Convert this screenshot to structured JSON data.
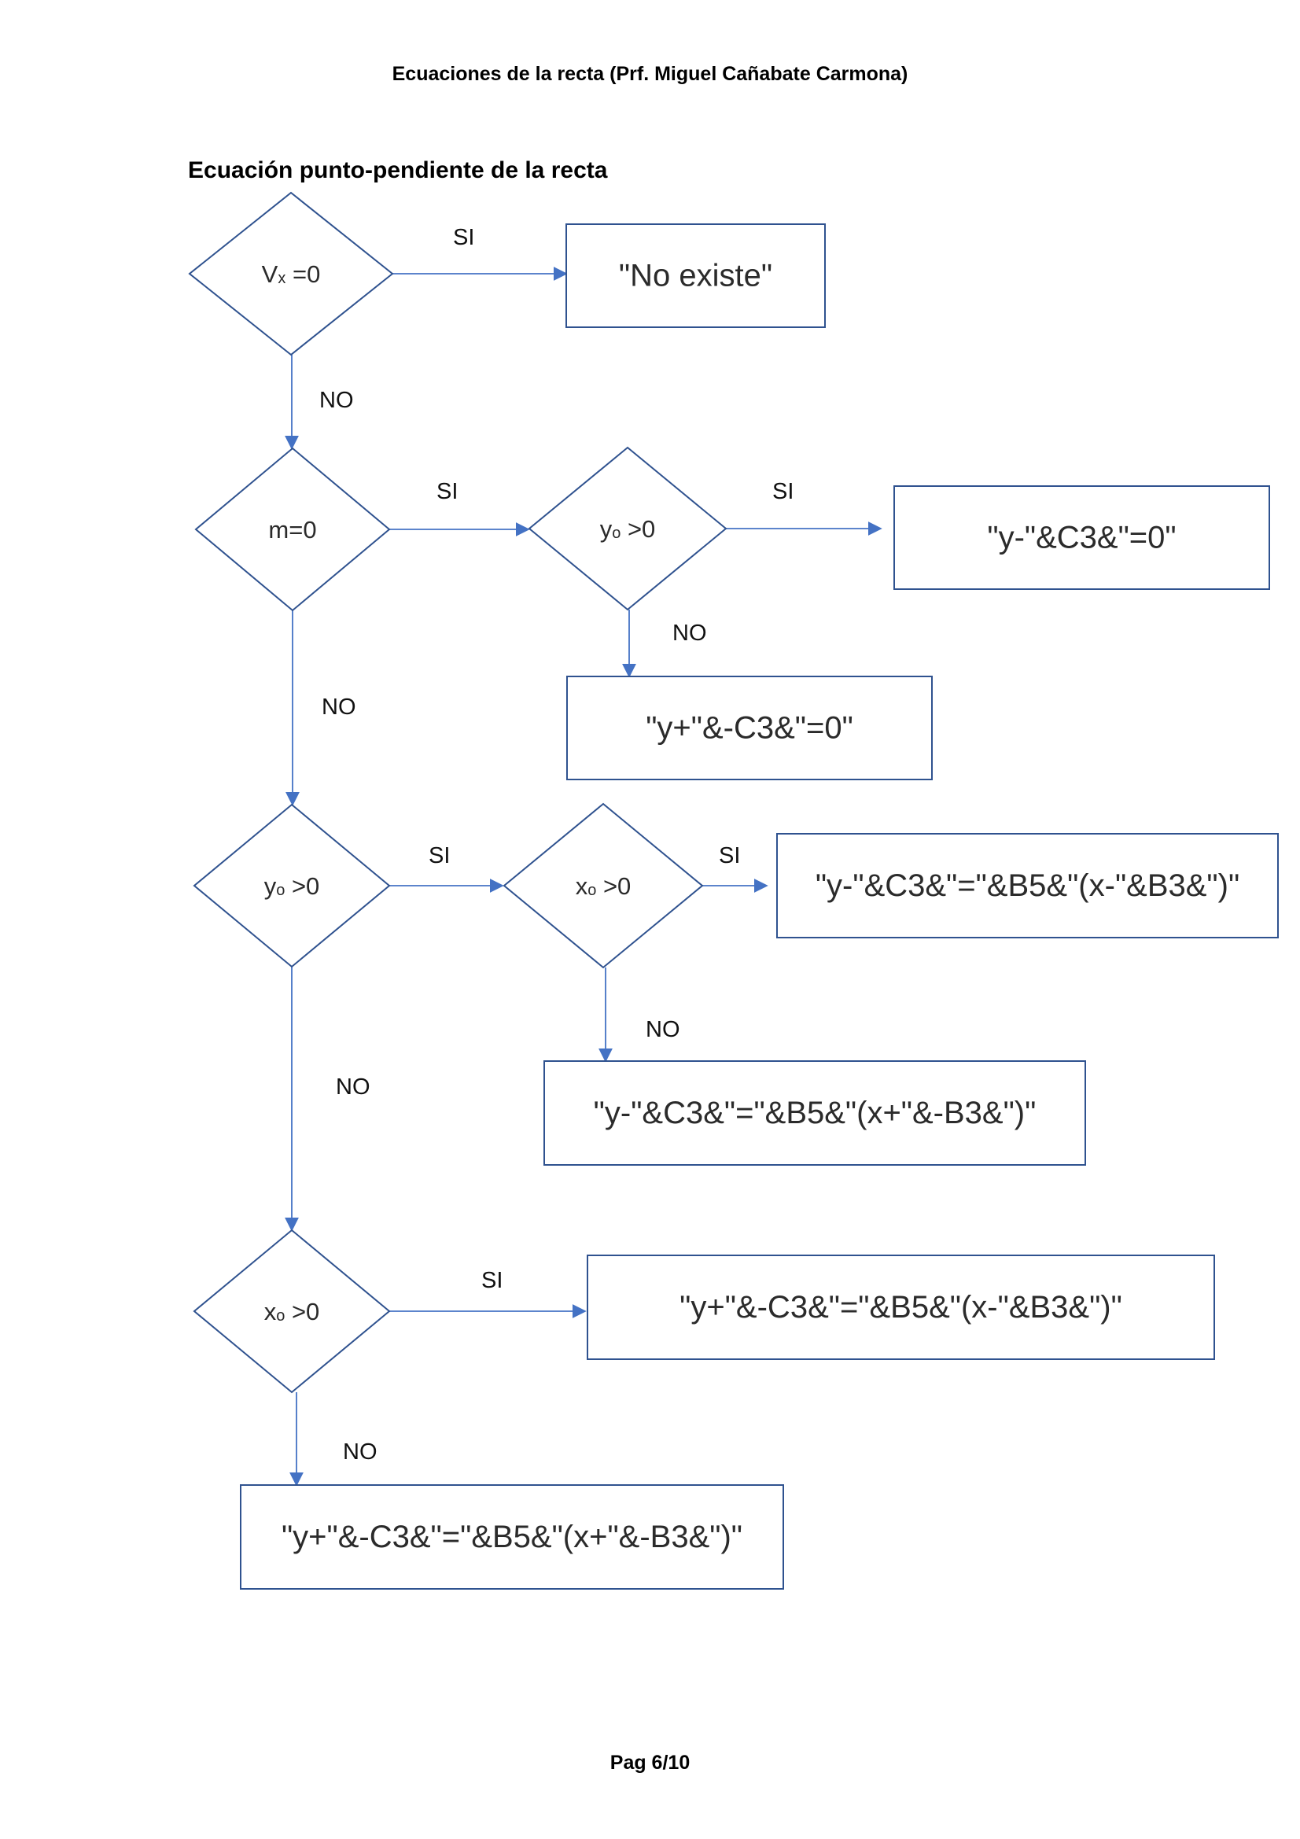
{
  "document": {
    "header": "Ecuaciones de la recta (Prf. Miguel Cañabate Carmona)",
    "section_title": "Ecuación punto-pendiente de la recta",
    "footer": "Pag 6/10"
  },
  "colors": {
    "line": "#4472c4",
    "shape_stroke": "#2f528f",
    "text": "#2b2b2b"
  },
  "flowchart": {
    "decisions": [
      {
        "id": "d1",
        "var": "V",
        "sub": "x",
        "cond": " =0"
      },
      {
        "id": "d2",
        "var": "m=0",
        "sub": "",
        "cond": ""
      },
      {
        "id": "d3",
        "var": "y",
        "sub": "o",
        "cond": " >0"
      },
      {
        "id": "d4",
        "var": "y",
        "sub": "o",
        "cond": " >0"
      },
      {
        "id": "d5",
        "var": "x",
        "sub": "o",
        "cond": " >0"
      },
      {
        "id": "d6",
        "var": "x",
        "sub": "o",
        "cond": " >0"
      }
    ],
    "outputs": [
      {
        "id": "o1",
        "text": "\"No existe\""
      },
      {
        "id": "o2",
        "text": "\"y-\"&C3&\"=0\""
      },
      {
        "id": "o3",
        "text": "\"y+\"&-C3&\"=0\""
      },
      {
        "id": "o4",
        "text": "\"y-\"&C3&\"=\"&B5&\"(x-\"&B3&\")\""
      },
      {
        "id": "o5",
        "text": "\"y-\"&C3&\"=\"&B5&\"(x+\"&-B3&\")\""
      },
      {
        "id": "o6",
        "text": "\"y+\"&-C3&\"=\"&B5&\"(x-\"&B3&\")\""
      },
      {
        "id": "o7",
        "text": "\"y+\"&-C3&\"=\"&B5&\"(x+\"&-B3&\")\""
      }
    ],
    "edges": [
      {
        "id": "e1",
        "from": "d1",
        "to": "o1",
        "label": "SI"
      },
      {
        "id": "e2",
        "from": "d1",
        "to": "d2",
        "label": "NO"
      },
      {
        "id": "e3",
        "from": "d2",
        "to": "d3",
        "label": "SI"
      },
      {
        "id": "e4",
        "from": "d3",
        "to": "o2",
        "label": "SI"
      },
      {
        "id": "e5",
        "from": "d3",
        "to": "o3",
        "label": "NO"
      },
      {
        "id": "e6",
        "from": "d2",
        "to": "d4",
        "label": "NO"
      },
      {
        "id": "e7",
        "from": "d4",
        "to": "d5",
        "label": "SI"
      },
      {
        "id": "e8",
        "from": "d5",
        "to": "o4",
        "label": "SI"
      },
      {
        "id": "e9",
        "from": "d5",
        "to": "o5",
        "label": "NO"
      },
      {
        "id": "e10",
        "from": "d4",
        "to": "d6",
        "label": "NO"
      },
      {
        "id": "e11",
        "from": "d6",
        "to": "o6",
        "label": "SI"
      },
      {
        "id": "e12",
        "from": "d6",
        "to": "o7",
        "label": "NO"
      }
    ]
  }
}
